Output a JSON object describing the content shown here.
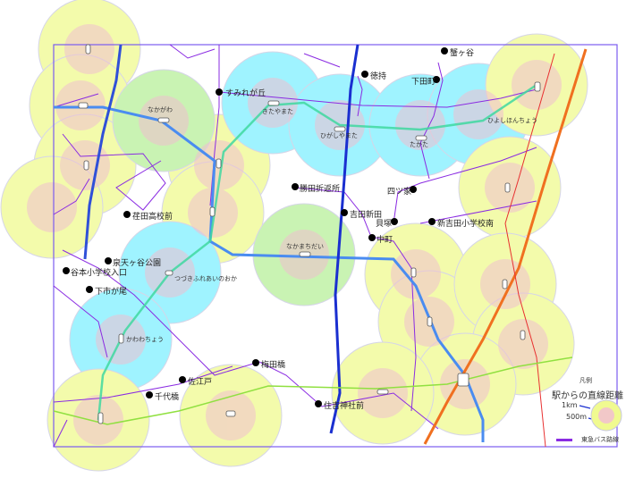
{
  "colors": {
    "boundary": "#7b5cf0",
    "bus": "#8a2be2",
    "outer_yellow": "#f0fa90",
    "outer_cyan": "#7ff0ff",
    "outer_green": "#b8f09a",
    "inner": "#f2c8c8",
    "subway_blue": "#4a8cf0",
    "dark_blue": "#1a2fd0",
    "orange": "#f07020",
    "red": "#e83030",
    "green_line": "#40e0a0",
    "lime_line": "#90e040"
  },
  "stations": [
    "なかがわ",
    "きたやまた",
    "ひがしやまた",
    "たかた",
    "ひよしほんちょう",
    "つづきふれあいのおか",
    "かわわちょう",
    "なかまちだい"
  ],
  "bus_stops": [
    "すみれが丘",
    "徳持",
    "下田町",
    "蟹ヶ谷",
    "勝田折返所",
    "四ツ家",
    "吉田新田",
    "貝塚",
    "新吉田小学校南",
    "中町",
    "荏田高校前",
    "泉天ヶ谷公園",
    "谷本小学校入口",
    "下市が尾",
    "梅田橋",
    "佐江戸",
    "千代橋",
    "住吉神社前"
  ],
  "legend": {
    "title": "凡例",
    "heading": "駅からの直線距離",
    "outer": "1km",
    "inner": "500m",
    "bus": "東急バス路線"
  }
}
